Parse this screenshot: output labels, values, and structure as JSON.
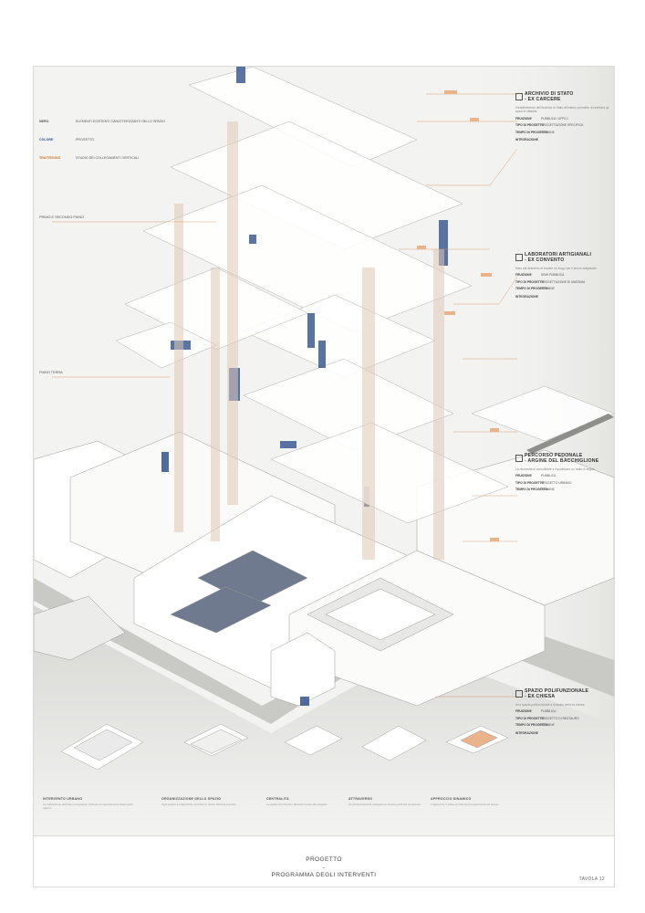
{
  "legend": {
    "items": [
      {
        "key": "NERO",
        "desc": "ELEMENTI ESISTENTI CARATTERIZZANTI DELLO SPAZIO"
      },
      {
        "key": "COLORE",
        "desc": "PROGETTO"
      },
      {
        "key": "TRATTEGGIO",
        "desc": "STUDIO DEI COLLEGAMENTI VERTICALI"
      }
    ],
    "colors": {
      "blue": "#31528f",
      "orange": "#c86b2a"
    }
  },
  "floor_labels": [
    "PRIMO E SECONDO PIANO",
    "PIANO TERRA"
  ],
  "sections": [
    {
      "title": [
        "ARCHIVIO DI STATO",
        "- EX CARCERE"
      ],
      "intro": "Il trasferimento dell'Archivio di Stato all'interno permette di restituire gli spazi ai cittadini.",
      "rows": [
        {
          "k": "FRUIZIONE",
          "v": "PUBBLICA / UFFICI"
        },
        {
          "k": "TIPO DI PROGETTO",
          "v": "PROGETTAZIONE SPECIFICA"
        },
        {
          "k": "TEMPO DI PROGETTO",
          "v": "TERMINE"
        }
      ],
      "sub": "INTEGRAZIONE"
    },
    {
      "title": [
        "LABORATORI ARTIGIANALI",
        "- EX CONVENTO"
      ],
      "intro": "Nato dal desiderio di trovare un luogo per il lavoro artigianale.",
      "rows": [
        {
          "k": "FRUIZIONE",
          "v": "SEMI PUBBLICA"
        },
        {
          "k": "TIPO DI PROGETTO",
          "v": "PROGETTAZIONE DI MASSIMA"
        },
        {
          "k": "TEMPO DI PROGETTO",
          "v": "TERMINE"
        }
      ],
      "sub": "INTEGRAZIONE"
    },
    {
      "title": [
        "PERCORSO PEDONALE",
        "- ARGINE DEL BACCHIGLIONE"
      ],
      "intro": "La necessità di consolidare e riqualificare un tratto di argine.",
      "rows": [
        {
          "k": "FRUIZIONE",
          "v": "PUBBLICA"
        },
        {
          "k": "TIPO DI PROGETTO",
          "v": "PROGETTO URBANO"
        },
        {
          "k": "TEMPO DI PROGETTO",
          "v": "TERMINE"
        }
      ],
      "sub": ""
    },
    {
      "title": [
        "SPAZIO POLIFUNZIONALE",
        "- EX CHIESA"
      ],
      "intro": "Uno spazio polifunzionale è ricavato nella ex chiesa.",
      "rows": [
        {
          "k": "FRUIZIONE",
          "v": "PUBBLICA"
        },
        {
          "k": "TIPO DI PROGETTO",
          "v": "PROGETTO DI RESTAURO"
        },
        {
          "k": "TEMPO DI PROGETTO",
          "v": "TERMINE"
        }
      ],
      "sub": "INTEGRAZIONE"
    }
  ],
  "bottom_panels": [
    {
      "title": "INTERVENTO URBANO",
      "text": "La riattivazione dell'intero complesso richiede un ripensamento degli spazi esterni."
    },
    {
      "title": "ORGANIZZAZIONE DELLO SPAZIO",
      "text": "Ogni spazio è organizzato secondo le nuove funzioni previste."
    },
    {
      "title": "CENTRALITÀ",
      "text": "Lo spazio del chiostro diventa il cuore del progetto."
    },
    {
      "title": "ATTRAVERSO",
      "text": "Gli attraversamenti collegano le diverse parti del complesso."
    },
    {
      "title": "APPROCCIO DINAMICO",
      "text": "L'approccio si basa su interventi programmati nel tempo."
    }
  ],
  "footer": {
    "title": "PROGETTO",
    "dash": "-",
    "subtitle": "PROGRAMMA DEGLI INTERVENTI",
    "sheet": "TAVOLA 12"
  }
}
